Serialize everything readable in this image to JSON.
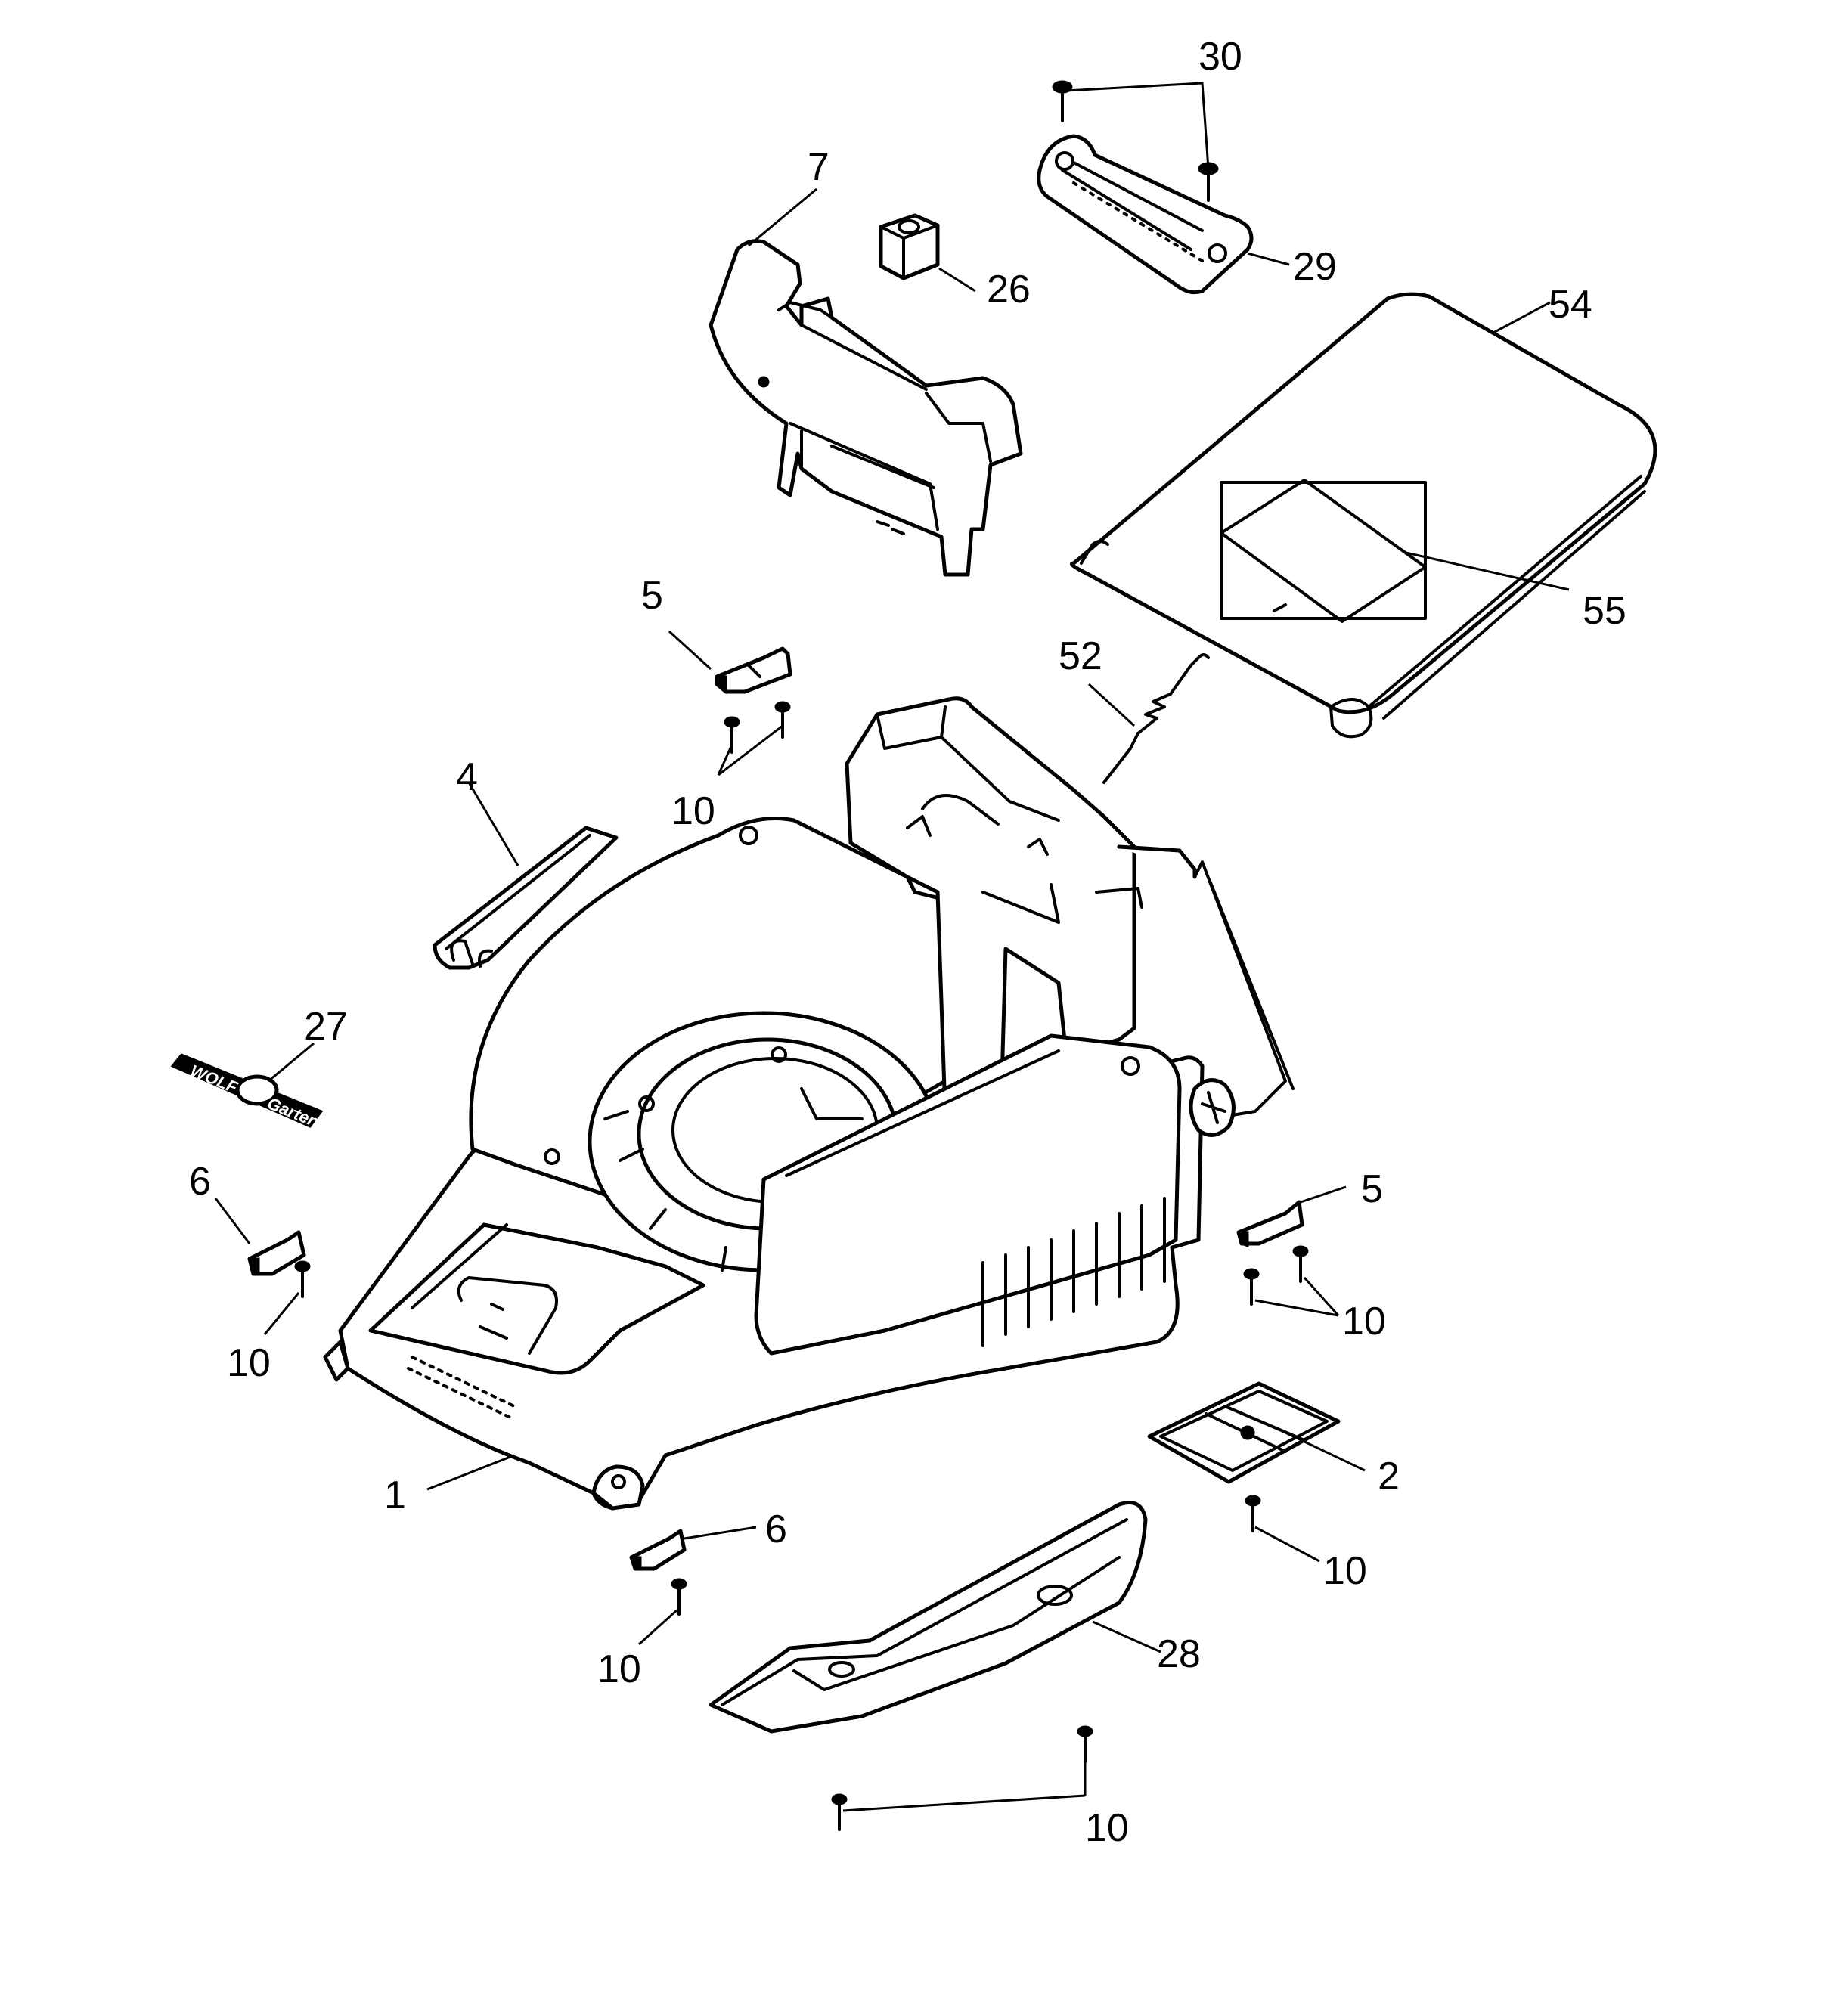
{
  "diagram": {
    "callouts": {
      "c30": "30",
      "c7": "7",
      "c26": "26",
      "c29": "29",
      "c54": "54",
      "c55": "55",
      "c5a": "5",
      "c52": "52",
      "c10a": "10",
      "c4": "4",
      "c27": "27",
      "c6a": "6",
      "c10b": "10",
      "c5b": "5",
      "c10c": "10",
      "c2": "2",
      "c1": "1",
      "c6b": "6",
      "c10d": "10",
      "c10e": "10",
      "c28": "28",
      "c10f": "10"
    },
    "decal": {
      "left_text": "WOLF",
      "right_text": "Garten"
    }
  }
}
